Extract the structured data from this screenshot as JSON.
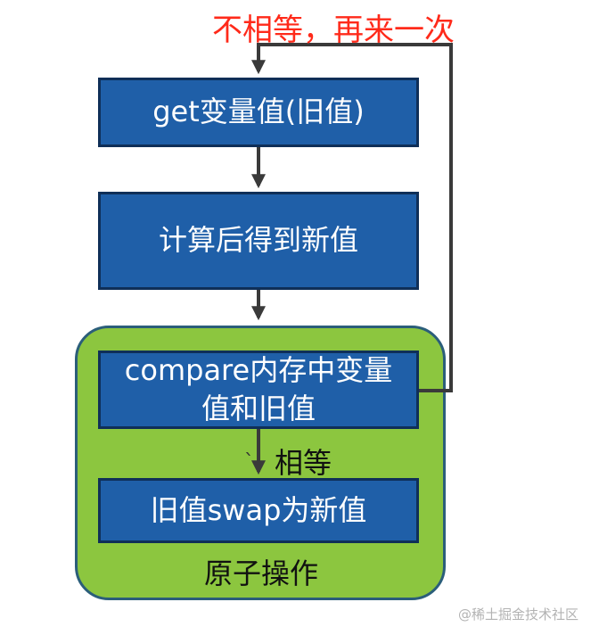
{
  "diagram": {
    "retry_label": "不相等，再来一次",
    "steps": [
      "get变量值(旧值)",
      "计算后得到新值",
      "compare内存中变量值和旧值",
      "旧值swap为新值"
    ],
    "equal_label": "相等",
    "atomic_group_label": "原子操作",
    "tick_mark": "`"
  },
  "watermark": "@稀土掘金技术社区",
  "colors": {
    "step_fill": "#1f5fa8",
    "step_border": "#0f2f58",
    "group_fill": "#8cc63f",
    "group_border": "#2b5e7a",
    "retry_text": "#ff2a1a",
    "connector": "#3a3a3a"
  }
}
